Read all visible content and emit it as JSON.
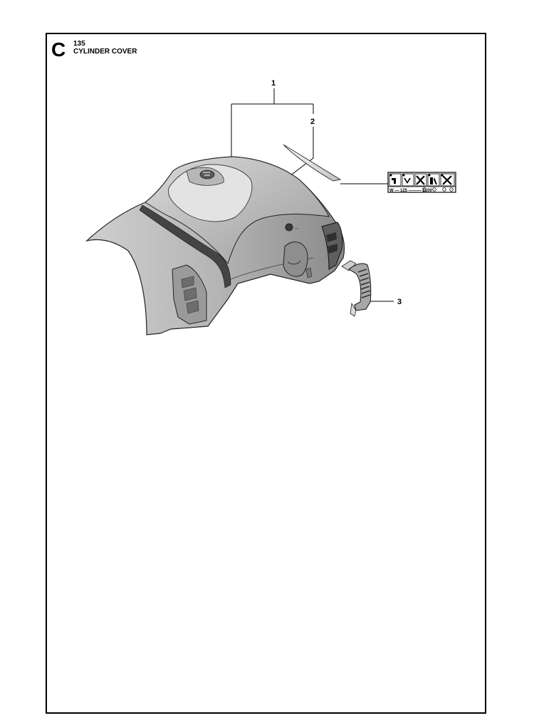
{
  "header": {
    "section_letter": "C",
    "page_number": "135",
    "title": "CYLINDER COVER"
  },
  "callouts": [
    {
      "id": "1",
      "label": "1"
    },
    {
      "id": "2",
      "label": "2"
    },
    {
      "id": "3",
      "label": "3"
    }
  ],
  "parts": {
    "cylinder_cover": "cylinder-cover-illustration",
    "decal": "warning-decal-illustration",
    "clip": "cover-clip-illustration"
  },
  "decal_text": {
    "bottom_row": "W — 125 ——— 2100"
  }
}
